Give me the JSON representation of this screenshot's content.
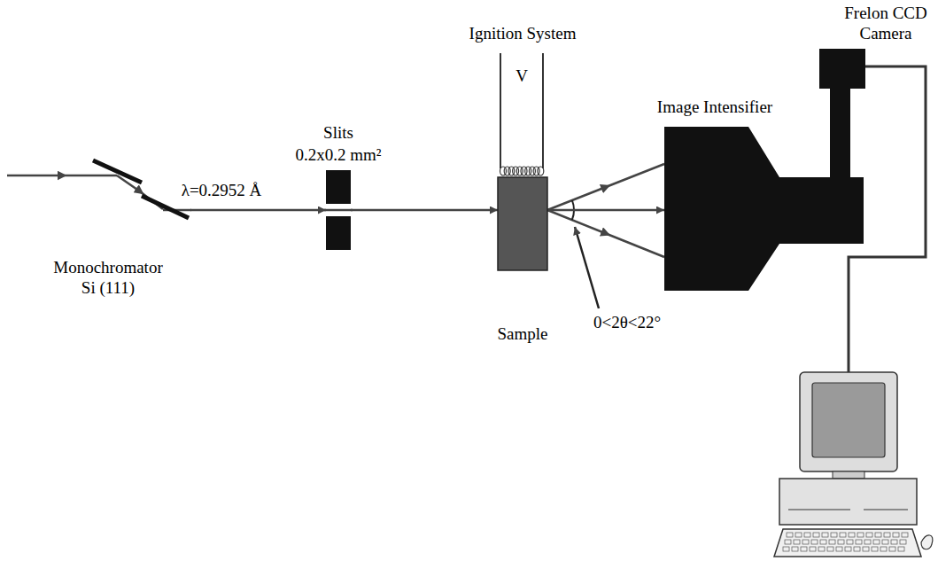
{
  "diagram": {
    "nodes": [
      {
        "text": [
          "Monochromator Si (111)"
        ]
      },
      {
        "text": [
          "Slits",
          "0.2x0.2 mm²"
        ]
      },
      {
        "text": [
          "Ignition System",
          "V"
        ]
      },
      {
        "text": [
          "Sample"
        ]
      },
      {
        "text": [
          "Image Intensifier"
        ]
      },
      {
        "text": [
          "Frelon CCD Camera"
        ]
      }
    ],
    "edges": [
      {
        "from": 0,
        "to": 1,
        "arrow": "to",
        "label": "λ=0.2952 Å"
      },
      {
        "from": 1,
        "to": 3,
        "arrow": "to"
      },
      {
        "from": 3,
        "to": 4,
        "arrow": "to"
      }
    ],
    "labels": [
      "0<2θ<22°"
    ]
  }
}
